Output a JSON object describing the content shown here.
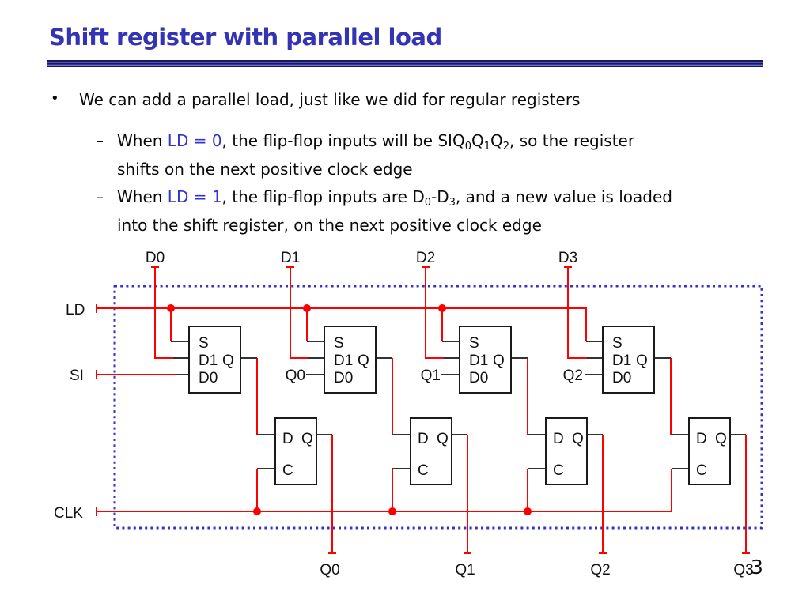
{
  "title": "Shift register with parallel load",
  "page_number": "3",
  "bullets": {
    "bullet_char": "•",
    "main": "We can add a parallel load, just like we did for regular registers",
    "sub_bullet_1": {
      "dash": "–",
      "when": "When ",
      "ld": "LD = 0",
      "mid": ", the flip-flop inputs will be SIQ",
      "s0": "0",
      "q1": "Q",
      "s1": "1",
      "q2": "Q",
      "s2": "2",
      "tail": ", so the register",
      "line2": "shifts on the next positive clock edge"
    },
    "sub_bullet_2": {
      "dash": "–",
      "when": "When ",
      "ld": "LD = 1",
      "mid": ", the flip-flop inputs are D",
      "s0": "0",
      "hyphen": "-",
      "d2": "D",
      "s3": "3",
      "tail": ", and a new value is loaded",
      "line2": "into the shift register, on the next positive clock edge"
    }
  },
  "diagram": {
    "top_inputs": [
      "D0",
      "D1",
      "D2",
      "D3"
    ],
    "left_labels": {
      "ld": "LD",
      "si": "SI",
      "clk": "CLK"
    },
    "mux": {
      "s": "S",
      "d1": "D1",
      "q": "Q",
      "d0": "D0"
    },
    "ff": {
      "d": "D",
      "q": "Q",
      "c": "C"
    },
    "feedback": [
      "Q0",
      "Q1",
      "Q2"
    ],
    "outputs": [
      "Q0",
      "Q1",
      "Q2",
      "Q3"
    ],
    "colors": {
      "wire": "#ff0000",
      "stub": "#333333",
      "border": "#3333cc",
      "box_stroke": "#1a1a1a"
    }
  },
  "colors": {
    "title": "#3333b3",
    "accent": "#3333cc",
    "rule_dark": "#17175e",
    "rule_blue": "#5353c4"
  }
}
